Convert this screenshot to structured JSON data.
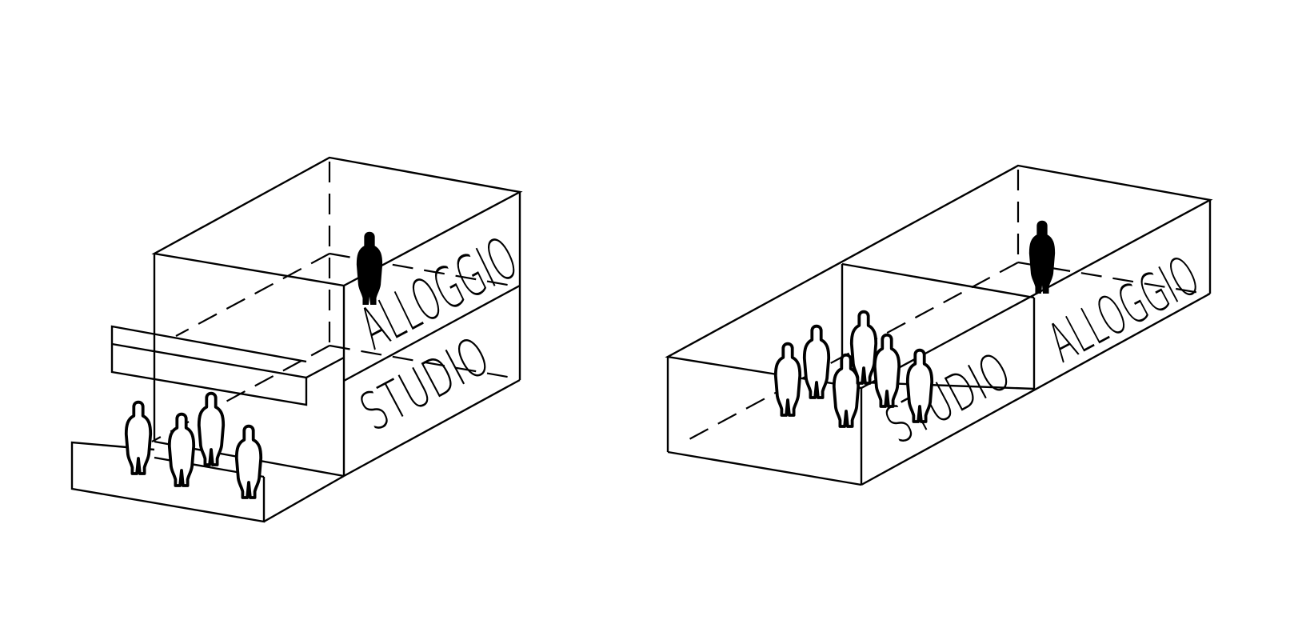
{
  "diagram": {
    "left_volume": {
      "upper_label": "ALLOGGIO",
      "lower_label": "STUDIO"
    },
    "right_volume": {
      "left_label": "STUDIO",
      "right_label": "ALLOGGIO"
    }
  }
}
